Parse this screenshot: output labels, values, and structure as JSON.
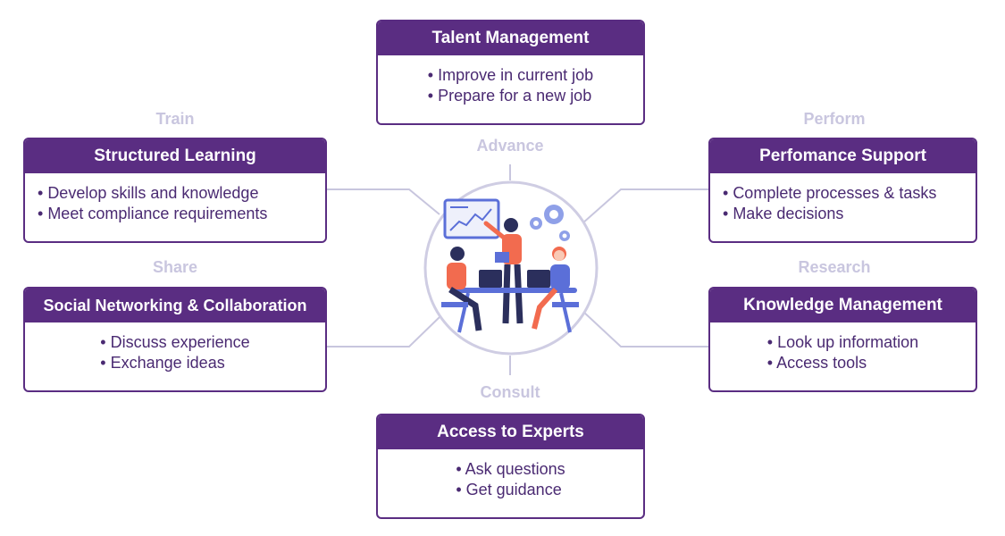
{
  "center_labels": {
    "advance": "Advance",
    "consult": "Consult",
    "train": "Train",
    "share": "Share",
    "perform": "Perform",
    "research": "Research"
  },
  "boxes": {
    "talent": {
      "title": "Talent Management",
      "items": [
        "Improve in current job",
        "Prepare for a new job"
      ]
    },
    "structured": {
      "title": "Structured Learning",
      "items": [
        "Develop skills and knowledge",
        "Meet compliance requirements"
      ]
    },
    "social": {
      "title": "Social Networking & Collaboration",
      "items": [
        "Discuss experience",
        "Exchange ideas"
      ]
    },
    "performance": {
      "title": "Perfomance Support",
      "items": [
        "Complete processes & tasks",
        "Make decisions"
      ]
    },
    "knowledge": {
      "title": "Knowledge Management",
      "items": [
        "Look up information",
        "Access tools"
      ]
    },
    "experts": {
      "title": "Access to Experts",
      "items": [
        "Ask questions",
        "Get guidance"
      ]
    }
  },
  "colors": {
    "primary": "#5a2d82",
    "label": "#c9c6df",
    "connector": "#c8c6de",
    "illustration_orange": "#f26b4f",
    "illustration_blue": "#5b6fd8"
  }
}
